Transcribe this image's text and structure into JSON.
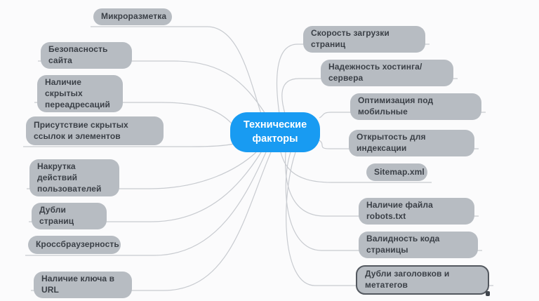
{
  "diagram": {
    "type": "mindmap",
    "center": {
      "label": "Технические факторы"
    },
    "left_branches": [
      {
        "label": "Микроразметка"
      },
      {
        "label": "Безопасность сайта"
      },
      {
        "label": "Наличие скрытых переадресаций"
      },
      {
        "label": "Присутствие скрытых ссылок и элементов"
      },
      {
        "label": "Накрутка действий пользователей"
      },
      {
        "label": "Дубли страниц"
      },
      {
        "label": "Кроссбраузерность"
      },
      {
        "label": "Наличие ключа в URL"
      }
    ],
    "right_branches": [
      {
        "label": "Скорость загрузки страниц"
      },
      {
        "label": "Надежность хостинга/сервера"
      },
      {
        "label": "Оптимизация под мобильные"
      },
      {
        "label": "Открытость для индексации"
      },
      {
        "label": "Sitemap.xml"
      },
      {
        "label": "Наличие файла robots.txt"
      },
      {
        "label": "Валидность кода страницы"
      },
      {
        "label": "Дубли заголовков и метатегов",
        "selected": true
      }
    ],
    "colors": {
      "center_node_bg": "#189bf2",
      "center_node_text": "#ffffff",
      "branch_node_bg": "#b7bcc2",
      "branch_node_text": "#3b4047",
      "line": "#c8cbd0",
      "selected_border": "#53585f",
      "background": "#fbfbfc"
    }
  }
}
